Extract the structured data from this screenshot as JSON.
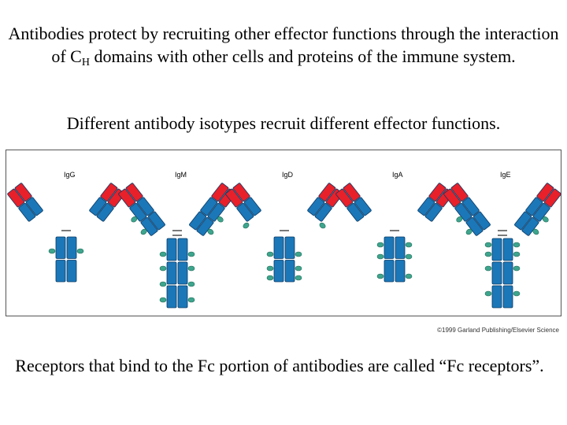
{
  "title": {
    "part1": "Antibodies protect by recruiting other effector functions through the interaction of C",
    "sub": "H",
    "part2": " domains with other cells and proteins of the immune system."
  },
  "subtitle": "Different antibody isotypes recruit different effector functions.",
  "figure": {
    "antibodies": [
      {
        "label": "IgG",
        "type": "g"
      },
      {
        "label": "IgM",
        "type": "m"
      },
      {
        "label": "IgD",
        "type": "d"
      },
      {
        "label": "IgA",
        "type": "a"
      },
      {
        "label": "IgE",
        "type": "e"
      }
    ],
    "colors": {
      "variable": "#e8202a",
      "constant": "#1b77b8",
      "carbohydrate": "#3ea58d",
      "outline": "#0a3a66",
      "frame": "#555555"
    },
    "credit": "©1999 Garland Publishing/Elsevier Science"
  },
  "footer": "Receptors that bind to the Fc portion of antibodies are called “Fc receptors”."
}
